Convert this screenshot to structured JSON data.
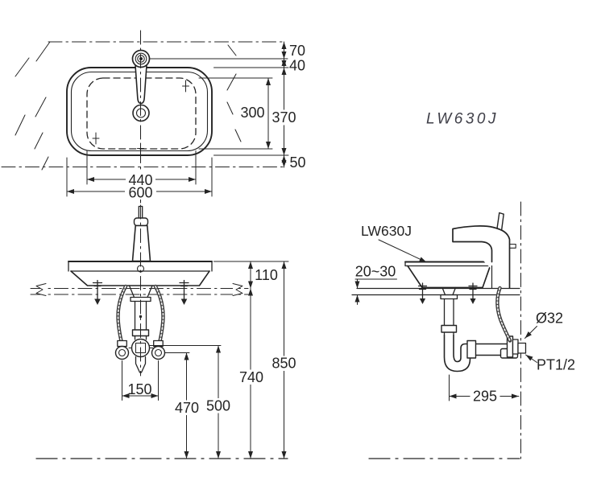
{
  "page": {
    "background": "#ffffff",
    "ink_color": "#242424",
    "title_color": "#3f3f48"
  },
  "title": {
    "model": "LW630J"
  },
  "plan_view": {
    "dims": {
      "wall_to_faucet": "70",
      "faucet_to_rim": "40",
      "bowl_depth": "300",
      "overall_depth": "370",
      "rim_overhang": "50",
      "bowl_width": "440",
      "overall_width": "600"
    }
  },
  "front_view": {
    "dims": {
      "rim_above_counter": "110",
      "rim_height": "850",
      "counter_height": "740",
      "drain_outlet_height": "500",
      "supply_stop_height": "470",
      "supply_spacing": "150"
    }
  },
  "side_view": {
    "labels": {
      "model": "LW630J",
      "counter_thickness": "20~30",
      "drain_diameter": "Ø32",
      "supply_thread": "PT1/2",
      "drain_to_wall": "295"
    }
  }
}
